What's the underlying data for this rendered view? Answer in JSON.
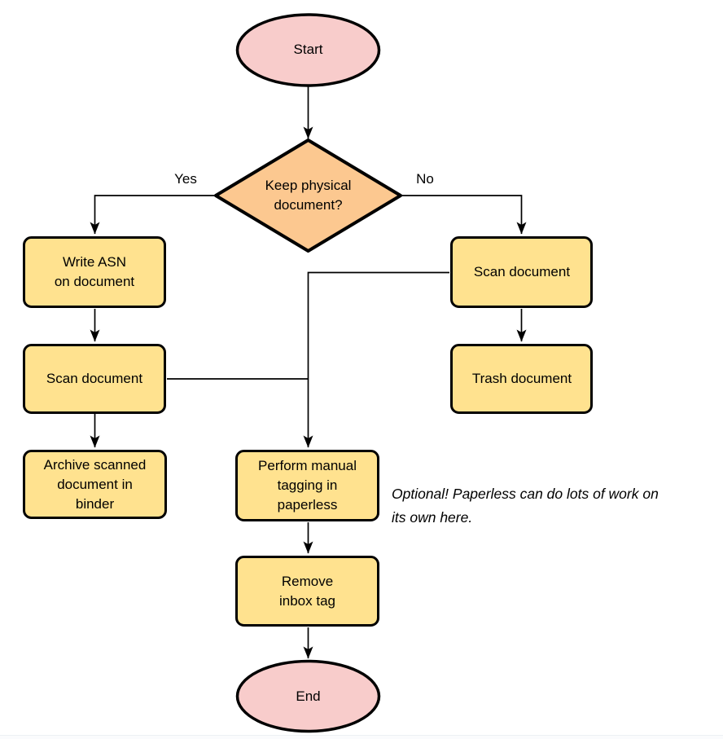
{
  "flowchart": {
    "nodes": {
      "start": {
        "type": "terminator",
        "label": "Start"
      },
      "keep_physical": {
        "type": "decision",
        "label": "Keep physical\ndocument?"
      },
      "write_asn": {
        "type": "process",
        "label": "Write ASN\non document"
      },
      "scan_document_left": {
        "type": "process",
        "label": "Scan document"
      },
      "archive_scanned": {
        "type": "process",
        "label": "Archive scanned\ndocument in\nbinder"
      },
      "scan_document_right": {
        "type": "process",
        "label": "Scan document"
      },
      "trash_document": {
        "type": "process",
        "label": "Trash document"
      },
      "manual_tagging": {
        "type": "process",
        "label": "Perform manual\ntagging in\npaperless"
      },
      "remove_inbox_tag": {
        "type": "process",
        "label": "Remove\ninbox tag"
      },
      "end": {
        "type": "terminator",
        "label": "End"
      }
    },
    "edge_labels": {
      "yes": "Yes",
      "no": "No"
    },
    "edges": [
      {
        "from": "start",
        "to": "keep_physical",
        "label": ""
      },
      {
        "from": "keep_physical",
        "to": "write_asn",
        "label": "Yes"
      },
      {
        "from": "keep_physical",
        "to": "scan_document_right",
        "label": "No"
      },
      {
        "from": "write_asn",
        "to": "scan_document_left",
        "label": ""
      },
      {
        "from": "scan_document_left",
        "to": "archive_scanned",
        "label": ""
      },
      {
        "from": "scan_document_left",
        "to": "manual_tagging",
        "label": ""
      },
      {
        "from": "scan_document_right",
        "to": "trash_document",
        "label": ""
      },
      {
        "from": "scan_document_right",
        "to": "manual_tagging",
        "label": ""
      },
      {
        "from": "manual_tagging",
        "to": "remove_inbox_tag",
        "label": ""
      },
      {
        "from": "remove_inbox_tag",
        "to": "end",
        "label": ""
      }
    ],
    "annotation": "Optional! Paperless can do lots of work on\nits own here.",
    "colors": {
      "process_fill": "#ffe28f",
      "decision_fill": "#fcc890",
      "terminator_fill": "#f8cccb",
      "stroke": "#000000",
      "text_color": "#000000"
    }
  }
}
